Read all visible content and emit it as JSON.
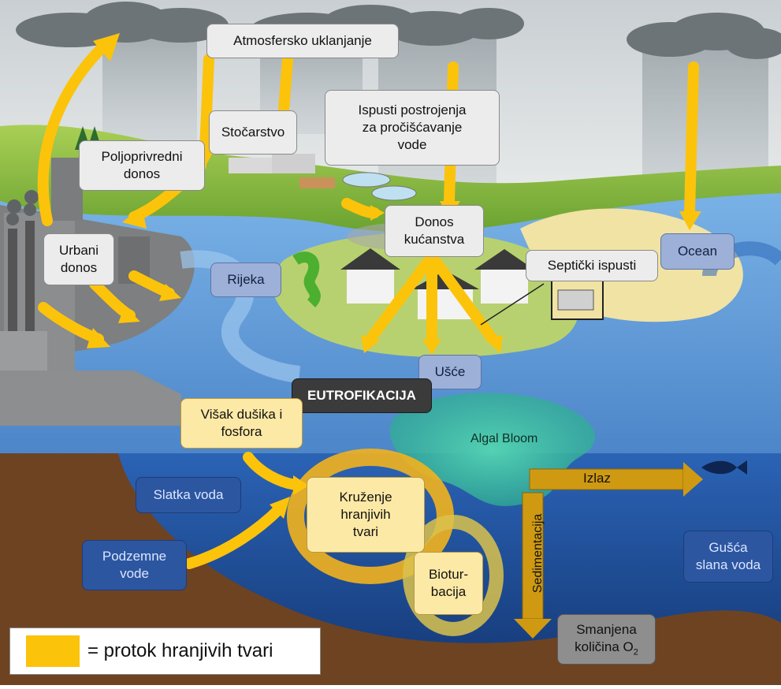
{
  "labels": {
    "atmospheric": "Atmosfersko uklanjanje",
    "livestock": "Stočarstvo",
    "treatment_plant": "Ispusti postrojenja\nza pročišćavanje\nvode",
    "agricultural": "Poljoprivredni\ndonos",
    "urban": "Urbani\ndonos",
    "household": "Donos\nkućanstva",
    "septic": "Septički ispusti",
    "ocean": "Ocean",
    "river": "Rijeka",
    "estuary": "Ušće",
    "eutrophication": "EUTROFIKACIJA",
    "excess_nutrients": "Višak dušika i\nfosfora",
    "algal_bloom": "Algal Bloom",
    "freshwater": "Slatka voda",
    "groundwater": "Podzemne\nvode",
    "nutrient_cycling": "Kruženje\nhranjivih\ntvari",
    "bioturbation": "Biotur-\nbacija",
    "output": "Izlaz",
    "sedimentation": "Sedimentacija",
    "dense_saltwater": "Gušća\nslana voda",
    "reduced_o2_line1": "Smanjena",
    "reduced_o2_line2": "količina O",
    "reduced_o2_sub": "2"
  },
  "legend": {
    "text": "= protok hranjivih tvari",
    "swatch_color": "#fcc30b"
  },
  "colors": {
    "nutrient_flow": "#fcc30b",
    "sky": "#dfe3e4",
    "land_green": "#86b83e",
    "surface_water": "#5c97d3",
    "deep_water": "#1f4c93",
    "sediment": "#7a4a26",
    "algal_bloom": "#3fc1a3"
  }
}
